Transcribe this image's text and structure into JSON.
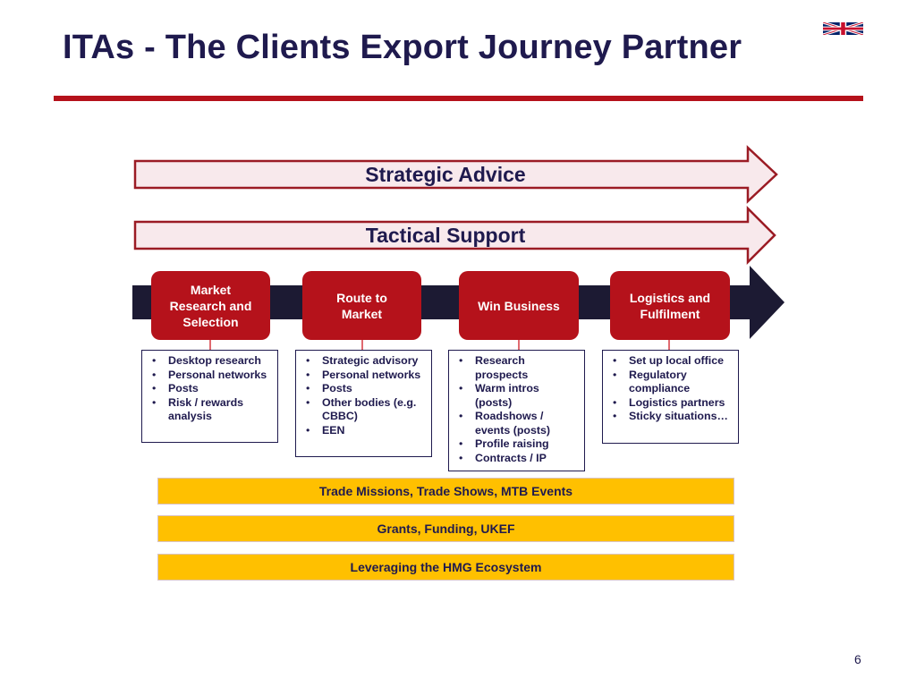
{
  "slide": {
    "title": "ITAs - The Clients Export Journey  Partner",
    "page_number": "6",
    "colors": {
      "title_text": "#1f1a4e",
      "accent_red": "#b5121b",
      "navy_band": "#1c1a33",
      "arrow_fill": "#f8e9ec",
      "support_bar": "#ffc000"
    }
  },
  "diagram": {
    "arrows": [
      {
        "label": "Strategic Advice"
      },
      {
        "label": "Tactical Support"
      }
    ],
    "stages": [
      {
        "label": "Market\nResearch and\nSelection",
        "items": [
          "Desktop research",
          "Personal networks",
          "Posts",
          "Risk / rewards analysis"
        ]
      },
      {
        "label": "Route to\nMarket",
        "items": [
          "Strategic advisory",
          "Personal networks",
          "Posts",
          "Other bodies (e.g. CBBC)",
          "EEN"
        ]
      },
      {
        "label": "Win Business",
        "items": [
          "Research prospects",
          "Warm intros (posts)",
          "Roadshows / events (posts)",
          "Profile raising",
          "Contracts / IP"
        ]
      },
      {
        "label": "Logistics and\nFulfilment",
        "items": [
          "Set up local office",
          "Regulatory compliance",
          "Logistics partners",
          "Sticky situations…"
        ]
      }
    ],
    "support_bars": [
      {
        "label": "Trade Missions, Trade Shows, MTB Events"
      },
      {
        "label": "Grants, Funding, UKEF"
      },
      {
        "label": "Leveraging the HMG Ecosystem"
      }
    ]
  }
}
